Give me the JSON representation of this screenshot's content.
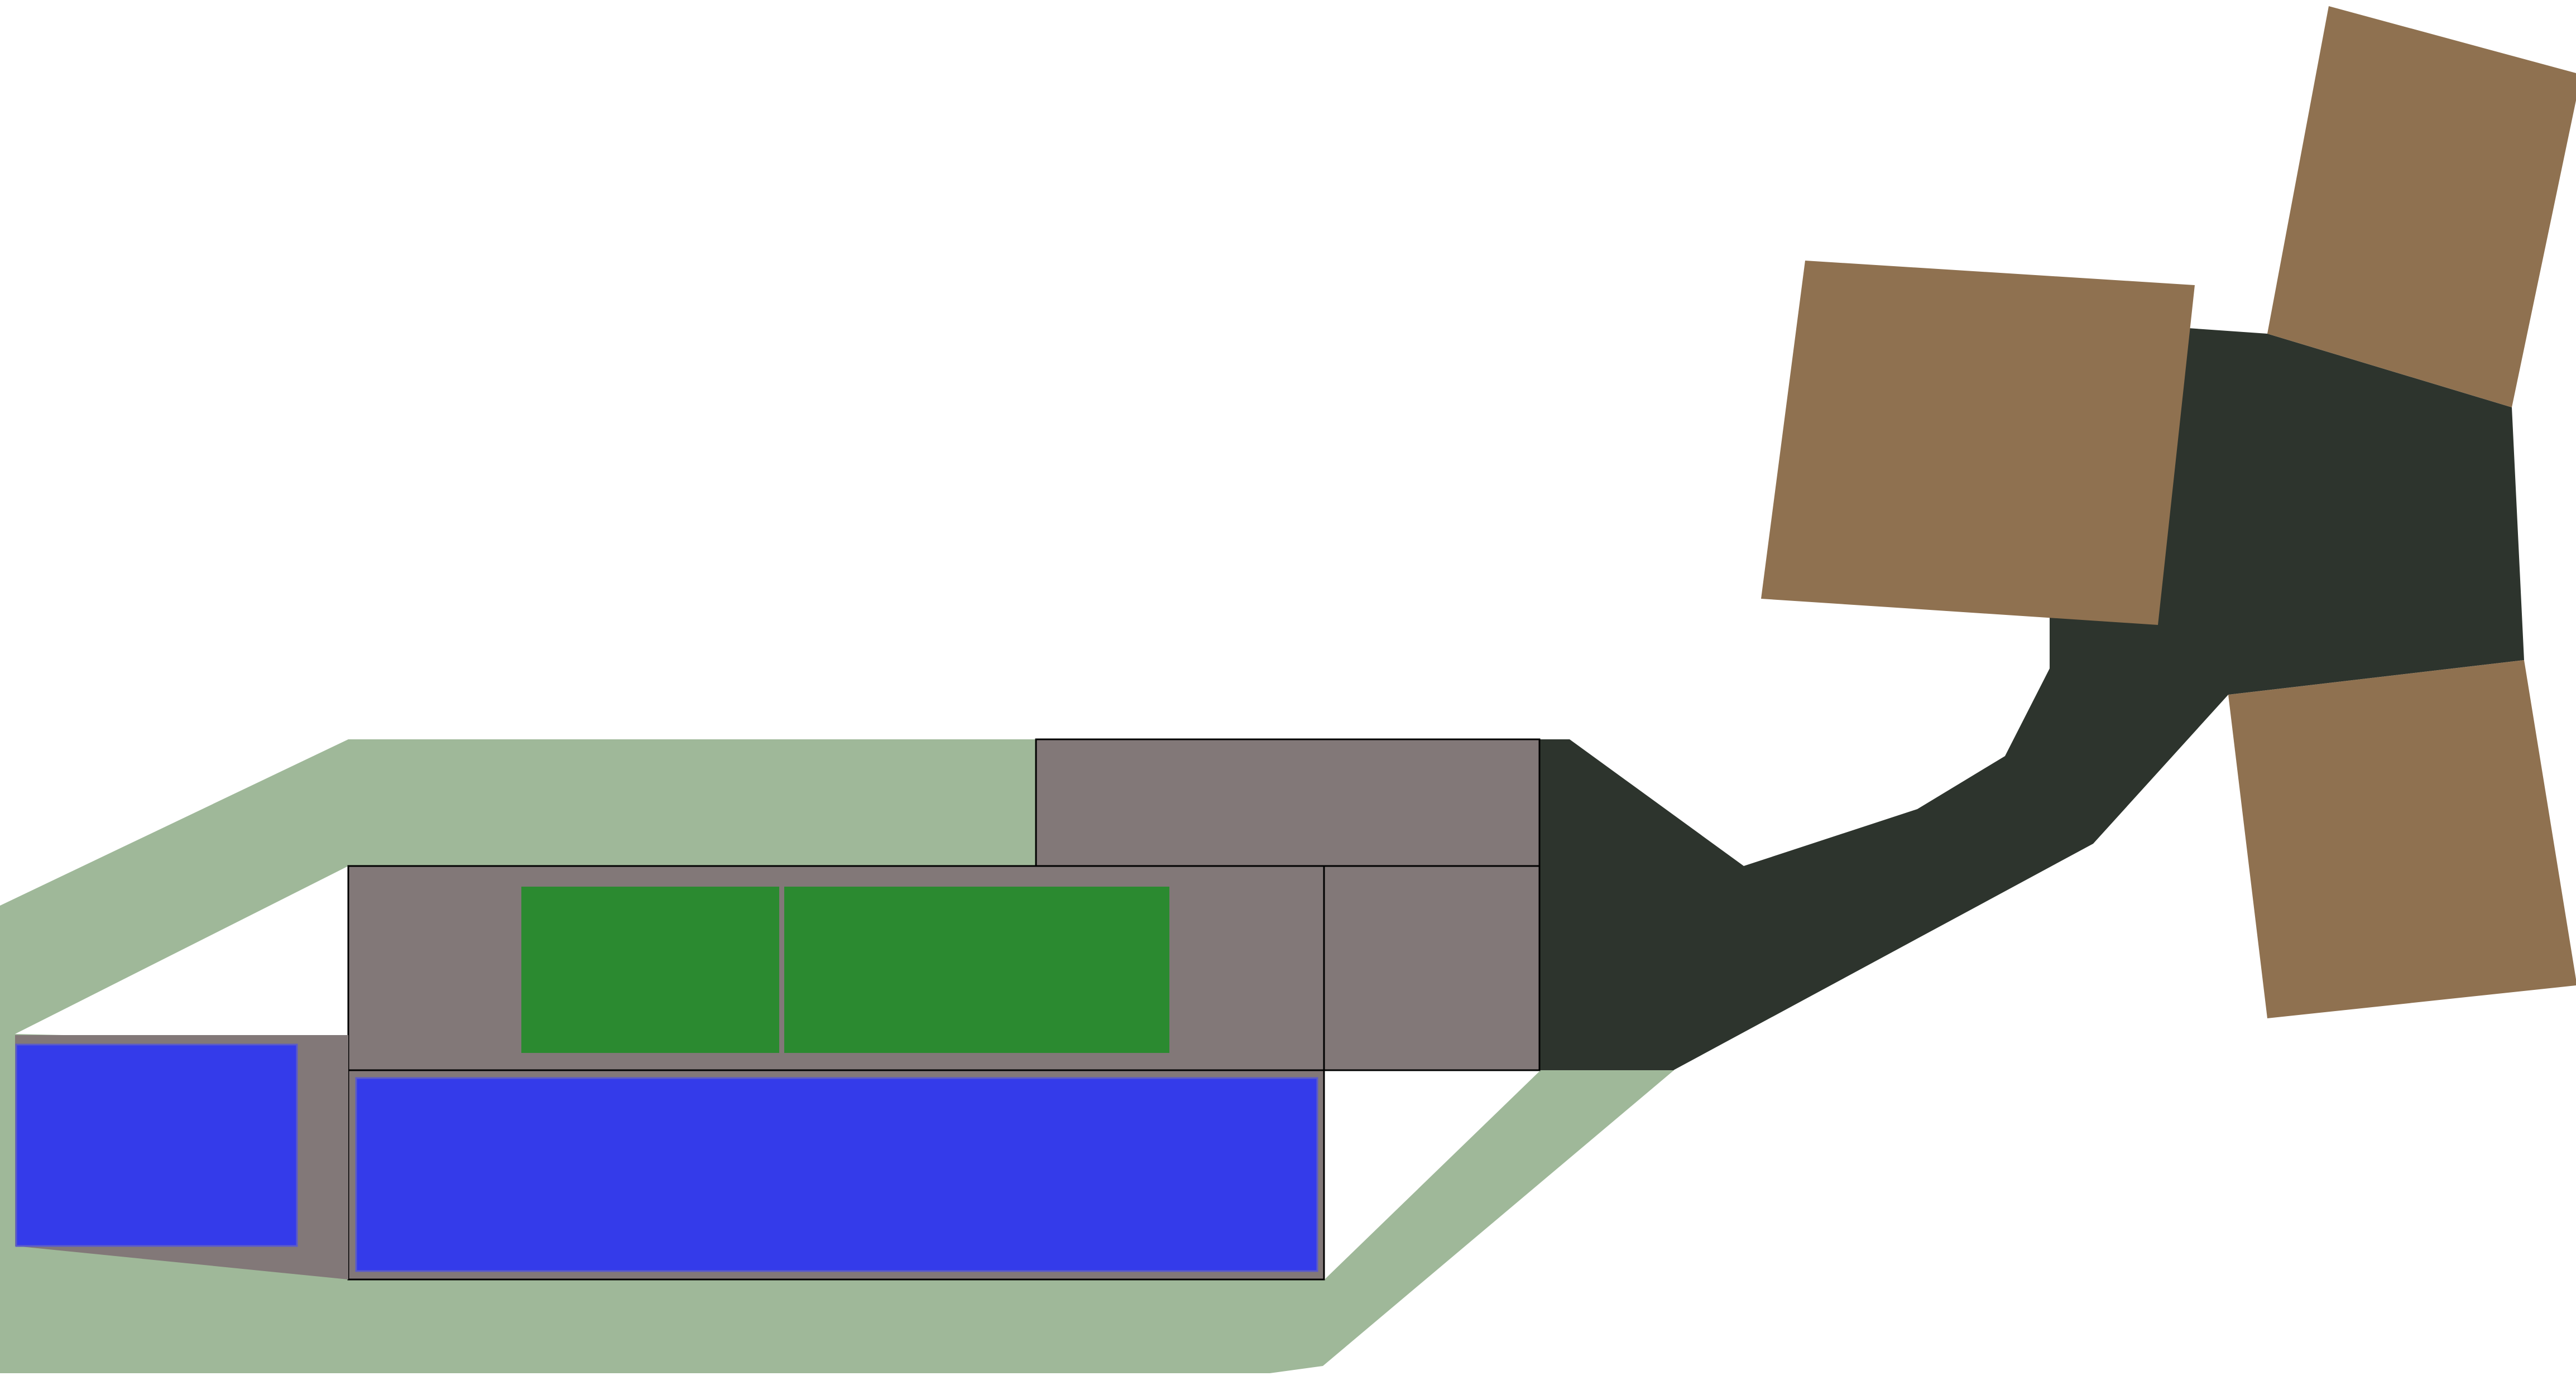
{
  "map": {
    "background_color": "#ffffff",
    "colors": {
      "road": "#9fb899",
      "building": "#827878",
      "building_outline": "#000000",
      "grass": "#2b8a30",
      "water": "#343bea",
      "water_outline": "#5b5bc8",
      "dark_area": "#2d342d",
      "wood_feature": "#8f7150"
    },
    "feature_types": [
      "road-band",
      "building-block",
      "building-annex",
      "parking-lot-left",
      "parking-lot-right",
      "pool-large",
      "pool-small",
      "dark-plaza",
      "wooden-deck-top-left",
      "wooden-deck-top-right",
      "wooden-deck-bottom-right"
    ]
  }
}
